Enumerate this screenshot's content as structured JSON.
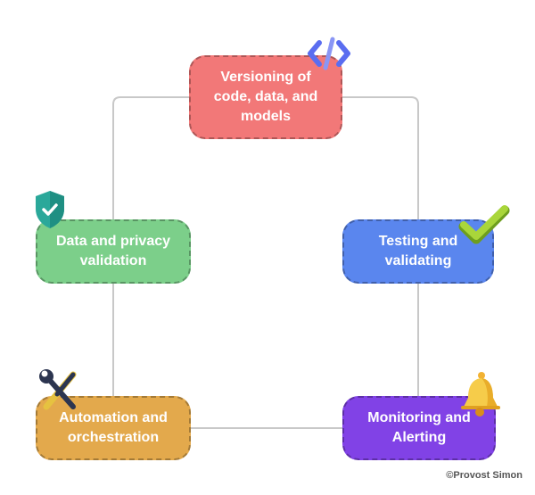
{
  "diagram": {
    "nodes": {
      "top": {
        "label": "Versioning of\ncode, data, and\nmodels",
        "color": "#f27878"
      },
      "left": {
        "label": "Data and privacy\nvalidation",
        "color": "#7ccf8a"
      },
      "right": {
        "label": "Testing and\nvalidating",
        "color": "#5a86ee"
      },
      "bottom_left": {
        "label": "Automation and\norchestration",
        "color": "#e3a94c"
      },
      "bottom_right": {
        "label": "Monitoring and\nAlerting",
        "color": "#8142e6"
      }
    },
    "icons": {
      "top": "code-icon",
      "left": "shield-check-icon",
      "right": "checkmark-icon",
      "bottom_left": "tools-icon",
      "bottom_right": "bell-icon"
    },
    "connector_color": "#c8c8c8"
  },
  "credit": "©Provost Simon"
}
